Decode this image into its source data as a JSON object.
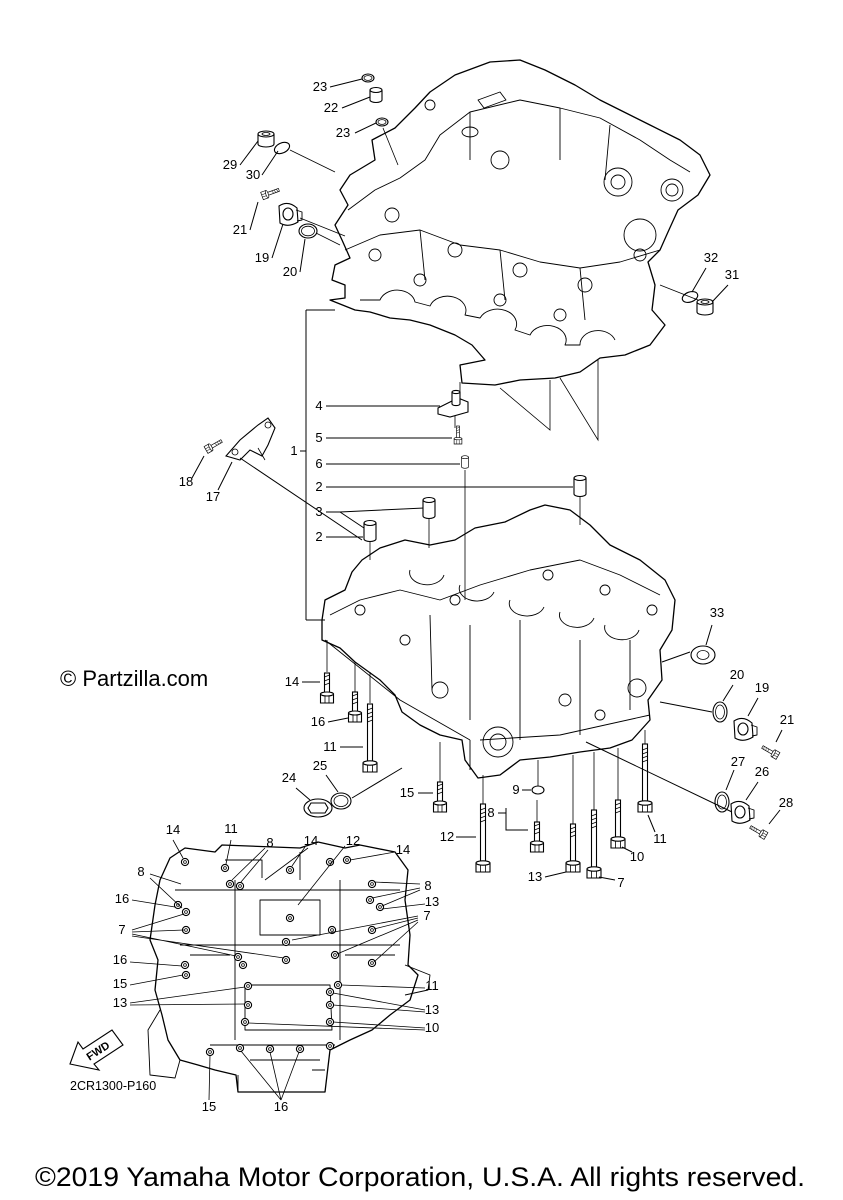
{
  "watermark": "© Partzilla.com",
  "diagram_code": "2CR1300-P160",
  "fwd_label": "FWD",
  "copyright": "©2019 Yamaha Motor Corporation, U.S.A. All rights reserved.",
  "callouts": {
    "main": [
      "23",
      "22",
      "23",
      "29",
      "30",
      "21",
      "19",
      "20",
      "32",
      "31",
      "4",
      "5",
      "1",
      "6",
      "2",
      "3",
      "2",
      "18",
      "17",
      "33",
      "14",
      "16",
      "11",
      "20",
      "19",
      "21",
      "24",
      "25",
      "15",
      "9",
      "27",
      "26",
      "28",
      "8",
      "12",
      "11",
      "10",
      "13",
      "7"
    ],
    "inset": [
      "14",
      "11",
      "8",
      "14",
      "12",
      "14",
      "8",
      "16",
      "8",
      "13",
      "7",
      "7",
      "16",
      "15",
      "11",
      "13",
      "13",
      "10",
      "15",
      "16"
    ]
  }
}
